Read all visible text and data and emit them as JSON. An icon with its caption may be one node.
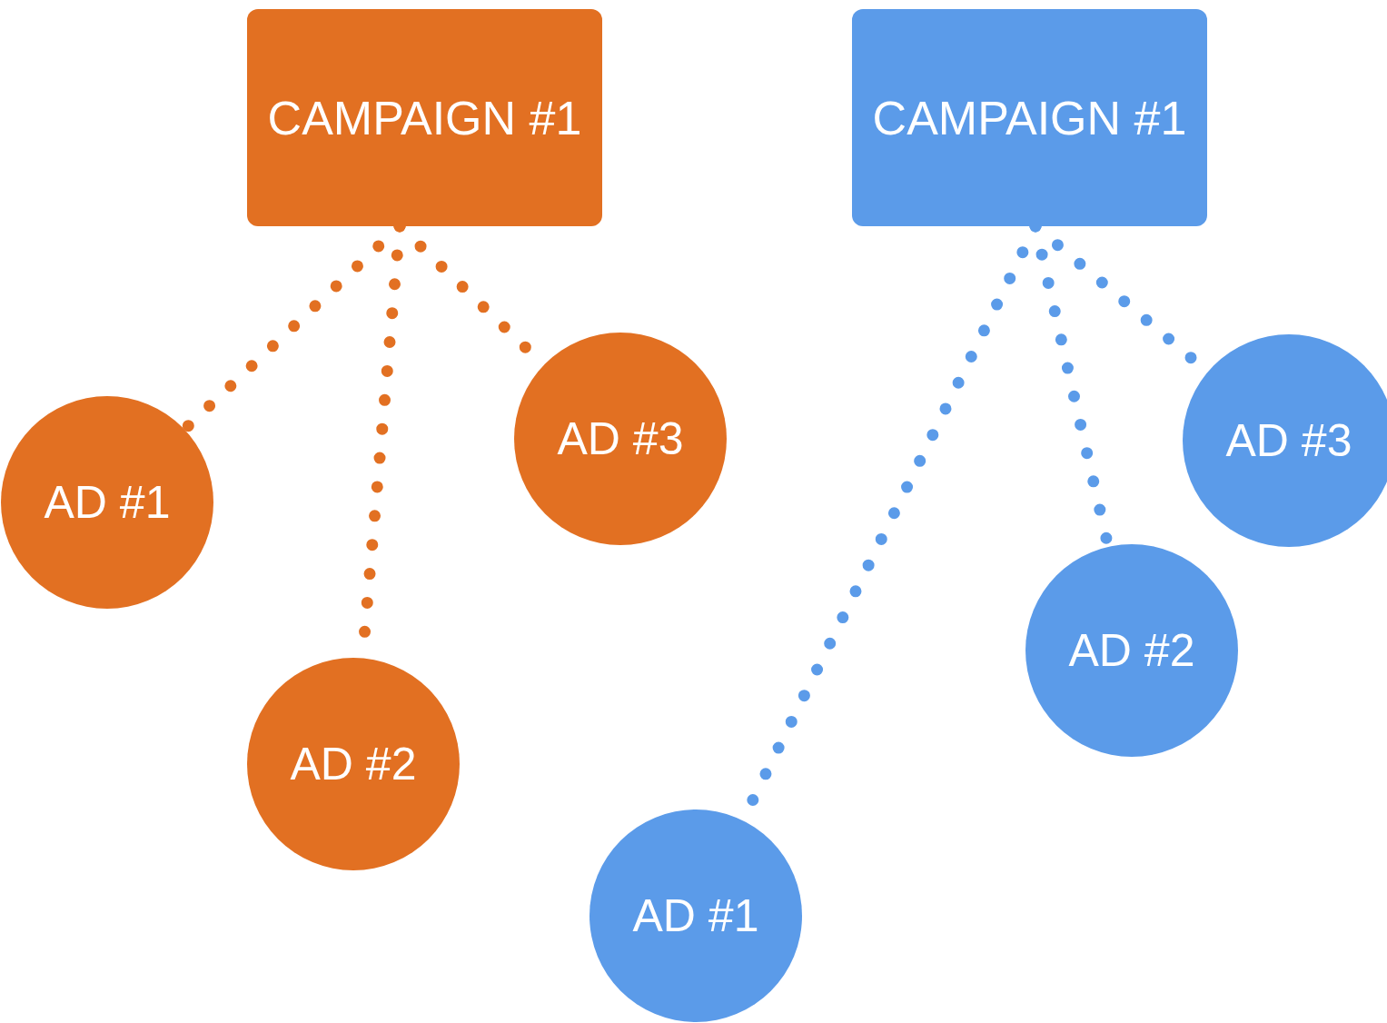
{
  "diagram": {
    "nodes": [
      {
        "text": [
          "CAMPAIGN #1"
        ]
      },
      {
        "text": [
          "AD #1"
        ]
      },
      {
        "text": [
          "AD #2"
        ]
      },
      {
        "text": [
          "AD #3"
        ]
      },
      {
        "text": [
          "CAMPAIGN #1"
        ]
      },
      {
        "text": [
          "AD #1"
        ]
      },
      {
        "text": [
          "AD #2"
        ]
      },
      {
        "text": [
          "AD #3"
        ]
      }
    ],
    "edges": [
      {
        "from": 0,
        "to": 1,
        "arrow": "none",
        "style": "dashed"
      },
      {
        "from": 0,
        "to": 2,
        "arrow": "none",
        "style": "dashed"
      },
      {
        "from": 0,
        "to": 3,
        "arrow": "none",
        "style": "dashed"
      },
      {
        "from": 4,
        "to": 5,
        "arrow": "none",
        "style": "dashed",
        "color": "#5b9be9"
      },
      {
        "from": 4,
        "to": 6,
        "arrow": "none",
        "style": "dashed",
        "color": "#5b9be9"
      },
      {
        "from": 4,
        "to": 7,
        "arrow": "none",
        "style": "dashed",
        "color": "#5b9be9"
      }
    ]
  }
}
